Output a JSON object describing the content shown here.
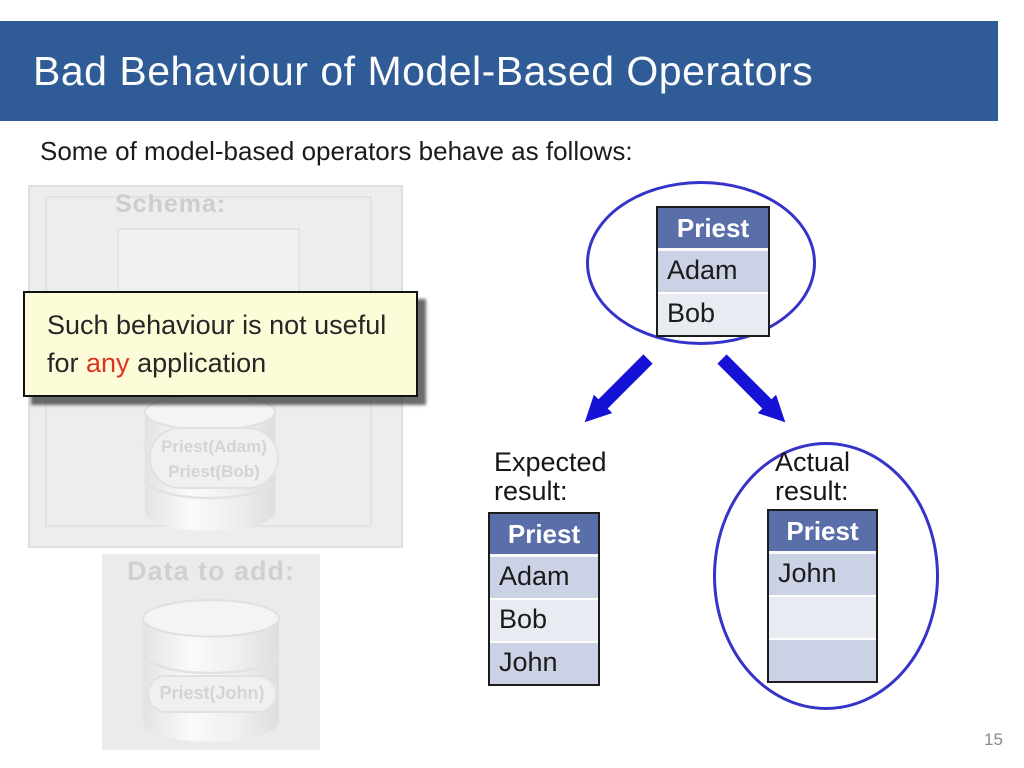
{
  "slide": {
    "title": "Bad Behaviour of Model-Based Operators",
    "intro": "Some of model-based operators behave as follows:",
    "page_number": "15"
  },
  "colors": {
    "title_bar": "#2F5B97",
    "table_header": "#5A6FA9",
    "row_dark": "#CCD2E6",
    "row_light": "#E9EBF3",
    "ellipse_stroke": "#3633C9",
    "arrow_blue": "#1512D5",
    "callout_bg": "#FCFCD9",
    "highlight_red": "#E0301E",
    "faded_gray": "#D0D0D0"
  },
  "schema_panel": {
    "label": "Schema:",
    "db_label_lines": [
      "Priest(Adam)",
      "Priest(Bob)"
    ]
  },
  "data_panel": {
    "label": "Data to add:",
    "db_label": "Priest(John)"
  },
  "callout": {
    "line1": "Such behaviour is not useful",
    "line2_before": "for ",
    "line2_highlight": "any",
    "line2_after": " application"
  },
  "source_table": {
    "header": "Priest",
    "rows": [
      "Adam",
      "Bob"
    ]
  },
  "expected": {
    "label": "Expected result:",
    "table": {
      "header": "Priest",
      "rows": [
        "Adam",
        "Bob",
        "John"
      ]
    }
  },
  "actual": {
    "label": "Actual result:",
    "table": {
      "header": "Priest",
      "rows": [
        "John",
        "",
        ""
      ]
    }
  }
}
